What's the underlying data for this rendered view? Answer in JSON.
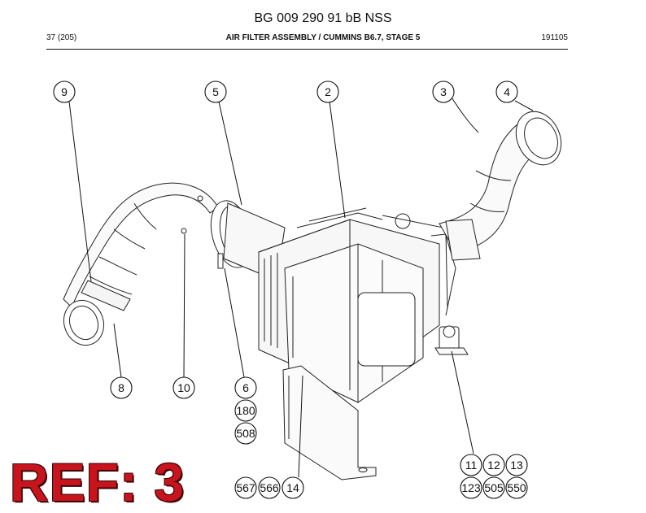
{
  "header": {
    "document_number": "BG 009 290 91 bB NSS",
    "page": "37 (205)",
    "title": "AIR FILTER ASSEMBLY / CUMMINS B6.7, STAGE 5",
    "code": "191105"
  },
  "callouts": {
    "c9": "9",
    "c5": "5",
    "c2": "2",
    "c3": "3",
    "c4": "4",
    "c8": "8",
    "c10": "10",
    "c6": "6",
    "c180": "180",
    "c508": "508",
    "c11": "11",
    "c12": "12",
    "c13": "13",
    "c123": "123",
    "c505": "505",
    "c550": "550",
    "c567": "567",
    "c566": "566",
    "c14": "14"
  },
  "reference": "REF: 3"
}
